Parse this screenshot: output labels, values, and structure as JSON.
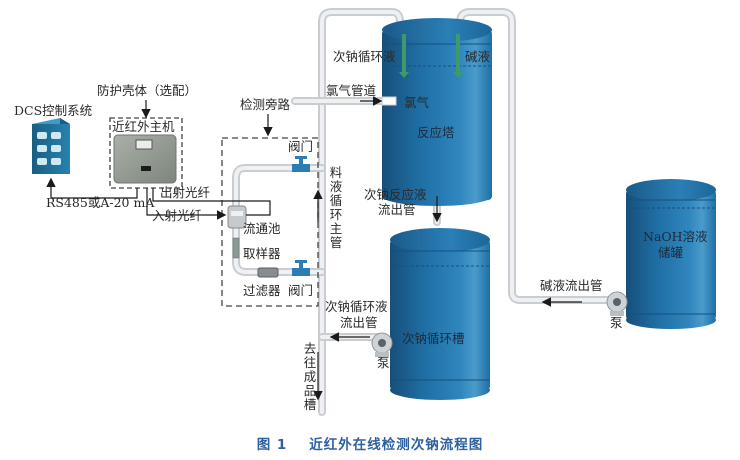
{
  "figure": {
    "caption_number": "图 1",
    "caption_title": "近红外在线检测次钠流程图"
  },
  "colors": {
    "tank": "#1f6fa5",
    "tank_dark": "#174f7a",
    "pipe": "#d9dcdf",
    "caption": "#2e5f9e",
    "valve": "#2b7db3",
    "green_pipe": "#3f9a6a"
  },
  "labels": {
    "dcs": "DCS控制系统",
    "enclosure": "防护壳体（选配）",
    "nir_host": "近红外主机",
    "signal": "RS485或A-20 mA",
    "out_fiber": "出射光纤",
    "in_fiber": "入射光纤",
    "bypass": "检测旁路",
    "valve_top": "阀门",
    "valve_bottom": "阀门",
    "flow_cell": "流通池",
    "sampler": "取样器",
    "filter": "过滤器",
    "main_pipe": "料液循环主管",
    "chlorine_pipe": "氯气管道",
    "chlorine": "氯气",
    "hypo_circ_liquid": "次钠循环液",
    "alkali": "碱液",
    "reactor": "反应塔",
    "reaction_outlet_line1": "次钠反应液",
    "reaction_outlet_line2": "流出管",
    "circ_outlet_line1": "次钠循环液",
    "circ_outlet_line2": "流出管",
    "circ_tank": "次钠循环槽",
    "pump_circ": "泵",
    "to_product": "去往成品槽",
    "naoh_tank_line1": "NaOH溶液",
    "naoh_tank_line2": "储罐",
    "alkali_outlet": "碱液流出管",
    "pump_naoh": "泵"
  }
}
